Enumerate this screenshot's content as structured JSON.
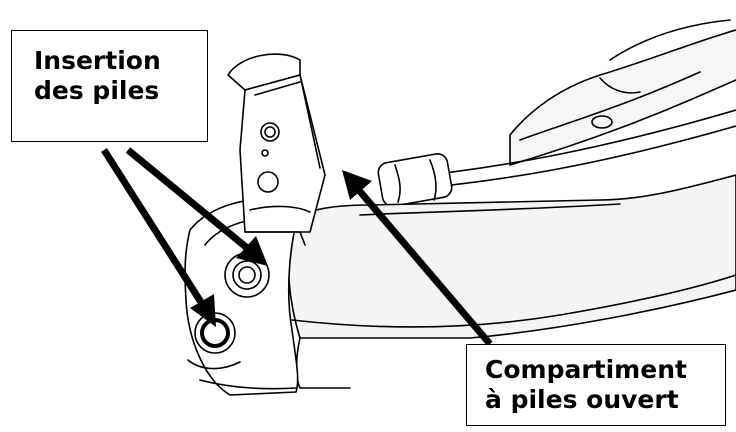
{
  "callouts": {
    "insertion": {
      "line1": "Insertion",
      "line2": "des piles"
    },
    "compartiment": {
      "line1": "Compartiment",
      "line2": "à piles ouvert"
    }
  },
  "colors": {
    "stroke": "#000000",
    "device_shade": "#f2f2f2",
    "background": "#ffffff"
  }
}
